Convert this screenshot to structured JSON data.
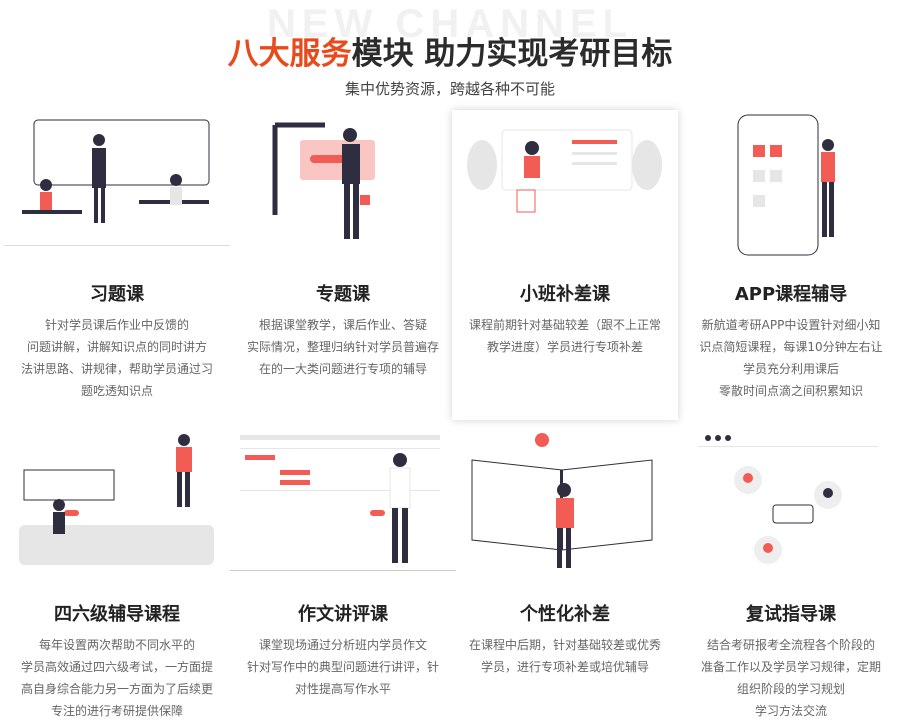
{
  "header": {
    "watermark": "NEW CHANNEL",
    "title_highlight": "八大服务",
    "title_rest": "模块 助力实现考研目标",
    "subtitle": "集中优势资源，跨越各种不可能"
  },
  "colors": {
    "accent": "#e84a1b",
    "illustration_red": "#f25c54"
  },
  "cards": [
    {
      "title": "习题课",
      "lines": [
        "针对学员课后作业中反馈的",
        "问题讲解，讲解知识点的同时讲方",
        "法讲思路、讲规律，帮助学员通过习",
        "题吃透知识点"
      ]
    },
    {
      "title": "专题课",
      "lines": [
        "根据课堂教学，课后作业、答疑",
        "实际情况，整理归纳针对学员普遍存",
        "在的一大类问题进行专项的辅导"
      ]
    },
    {
      "title": "小班补差课",
      "lines": [
        "课程前期针对基础较差（跟不上正常",
        "教学进度）学员进行专项补差"
      ]
    },
    {
      "title": "APP课程辅导",
      "lines": [
        "新航道考研APP中设置针对细小知",
        "识点简短课程，每课10分钟左右让",
        "学员充分利用课后",
        "零散时间点滴之间积累知识"
      ]
    },
    {
      "title": "四六级辅导课程",
      "lines": [
        "每年设置两次帮助不同水平的",
        "学员高效通过四六级考试，一方面提",
        "高自身综合能力另一方面为了后续更",
        "专注的进行考研提供保障"
      ]
    },
    {
      "title": "作文讲评课",
      "lines": [
        "课堂现场通过分析班内学员作文",
        "针对写作中的典型问题进行讲评，针",
        "对性提高写作水平"
      ]
    },
    {
      "title": "个性化补差",
      "lines": [
        "在课程中后期，针对基础较差或优秀",
        "学员，进行专项补差或培优辅导"
      ]
    },
    {
      "title": "复试指导课",
      "lines": [
        "结合考研报考全流程各个阶段的",
        "准备工作以及学员学习规律，定期",
        "组织阶段的学习规划",
        "学习方法交流"
      ]
    }
  ]
}
